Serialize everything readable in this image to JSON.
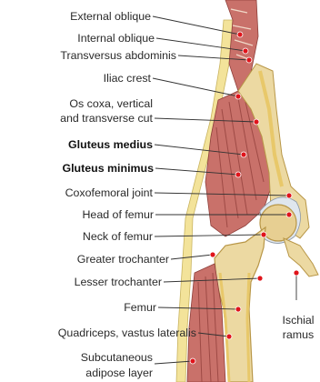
{
  "labels": {
    "external_oblique": "External oblique",
    "internal_oblique": "Internal oblique",
    "transversus_abdominis": "Transversus abdominis",
    "iliac_crest": "Iliac crest",
    "os_coxa_1": "Os coxa, vertical",
    "os_coxa_2": "and transverse cut",
    "gluteus_medius": "Gluteus medius",
    "gluteus_minimus": "Gluteus minimus",
    "coxofemoral_joint": "Coxofemoral joint",
    "head_of_femur": "Head of femur",
    "neck_of_femur": "Neck of femur",
    "greater_trochanter": "Greater trochanter",
    "lesser_trochanter": "Lesser trochanter",
    "femur": "Femur",
    "quadriceps": "Quadriceps, vastus lateralis",
    "subcutaneous_1": "Subcutaneous",
    "subcutaneous_2": "adipose layer",
    "ischial_1": "Ischial",
    "ischial_2": "ramus"
  },
  "colors": {
    "muscle": "#c9716a",
    "muscle_dark": "#9e4a45",
    "bone": "#ecd9a2",
    "bone_cortex": "#e8c86a",
    "cartilage": "#dfe6ee",
    "fat": "#f3e39a",
    "leader_line": "#333333",
    "marker": "#e0141b"
  }
}
